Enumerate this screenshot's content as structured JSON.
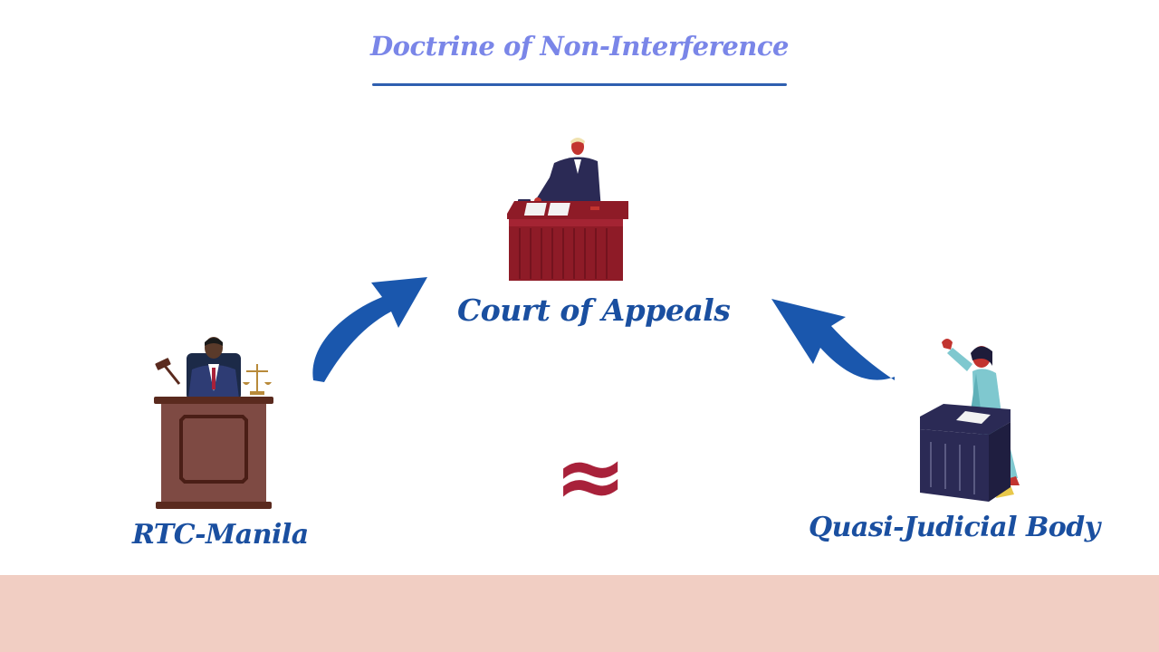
{
  "title": "Doctrine of Non-Interference",
  "nodes": {
    "court_of_appeals": {
      "label": "Court of Appeals",
      "icon": "judge-at-bench-icon"
    },
    "rtc_manila": {
      "label": "RTC-Manila",
      "icon": "trial-judge-podium-icon"
    },
    "quasi_judicial_body": {
      "label": "Quasi-Judicial Body",
      "icon": "official-at-ballot-box-icon"
    }
  },
  "relation_symbol": "≈",
  "colors": {
    "title": "#7a86e8",
    "title_rule": "#2f5fb0",
    "label": "#1a4fa0",
    "arrow": "#1a57ad",
    "approx": "#a8213a",
    "footer": "#f1cec3",
    "maroon": "#8e1b27",
    "navy": "#2b2a55",
    "brown": "#7e4a43"
  }
}
